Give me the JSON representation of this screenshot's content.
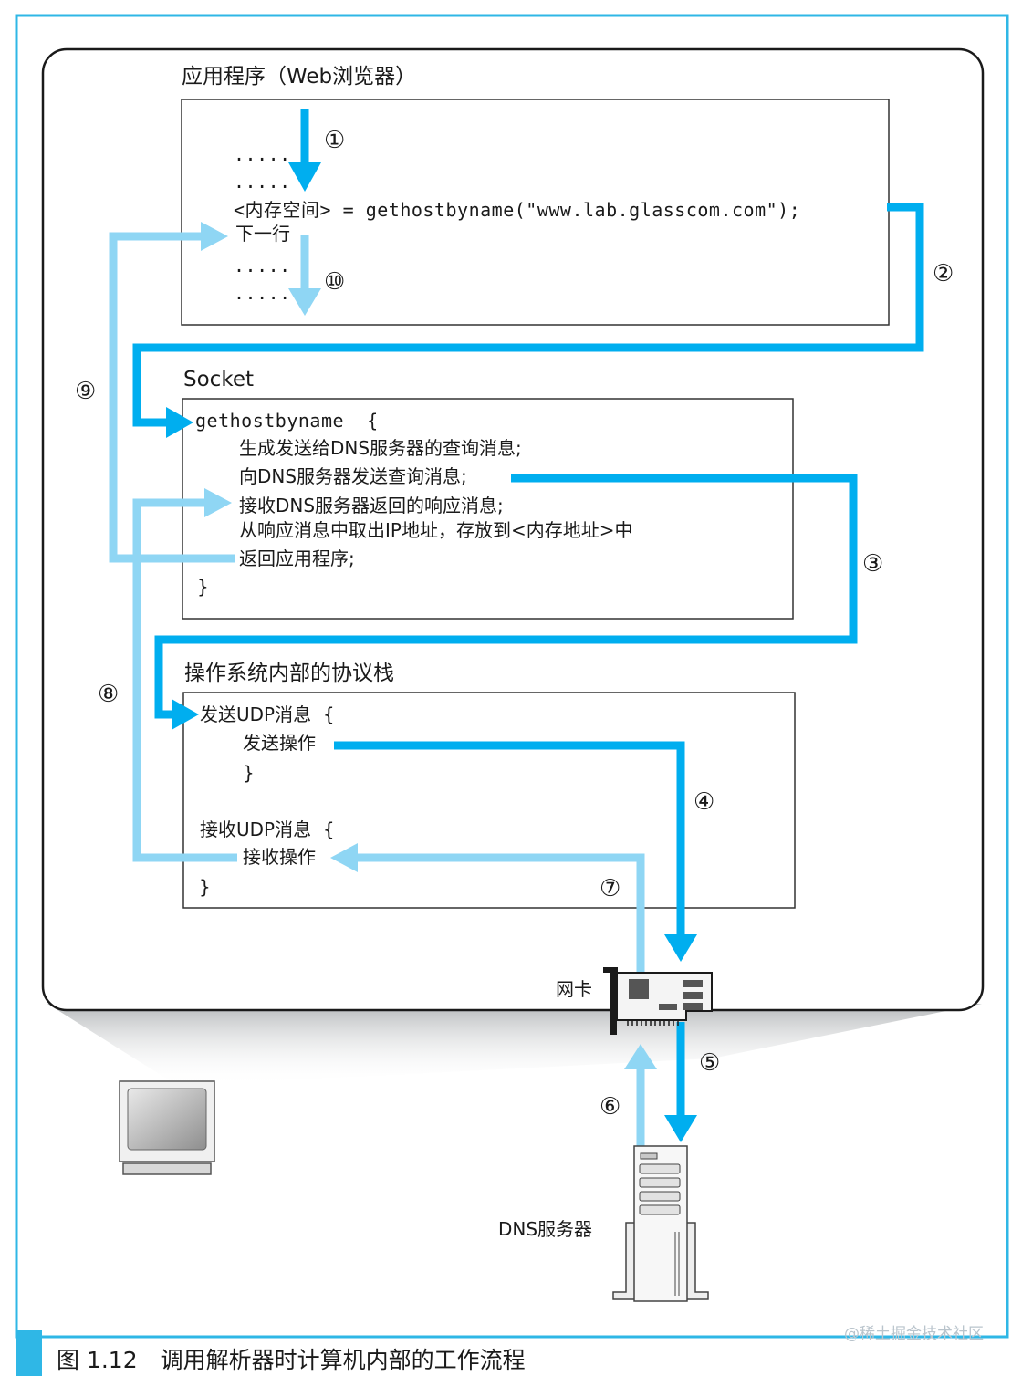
{
  "sections": {
    "app": {
      "title": "应用程序（Web浏览器）",
      "lines": [
        ".....",
        ".....",
        "<内存空间> = gethostbyname(\"www.lab.glasscom.com\");",
        "下一行",
        ".....",
        "....."
      ]
    },
    "socket": {
      "title": "Socket",
      "func": "gethostbyname  {",
      "lines": [
        "生成发送给DNS服务器的查询消息;",
        "向DNS服务器发送查询消息;",
        "接收DNS服务器返回的响应消息;",
        "从响应消息中取出IP地址，存放到<内存地址>中",
        "返回应用程序;"
      ],
      "close": "}"
    },
    "os": {
      "title": "操作系统内部的协议栈",
      "send_header": "发送UDP消息  {",
      "send_op": "发送操作",
      "send_close": "}",
      "recv_header": "接收UDP消息  {",
      "recv_op": "接收操作",
      "recv_close": "}"
    }
  },
  "steps": [
    "①",
    "②",
    "③",
    "④",
    "⑤",
    "⑥",
    "⑦",
    "⑧",
    "⑨",
    "⑩"
  ],
  "devices": {
    "nic": "网卡",
    "dns_server": "DNS服务器"
  },
  "caption": "图 1.12　调用解析器时计算机内部的工作流程",
  "watermark": "@稀土掘金技术社区",
  "colors": {
    "send": "#00aeef",
    "receive": "#8fd6f4",
    "frame": "#2fb7e6",
    "box": "#333333"
  }
}
